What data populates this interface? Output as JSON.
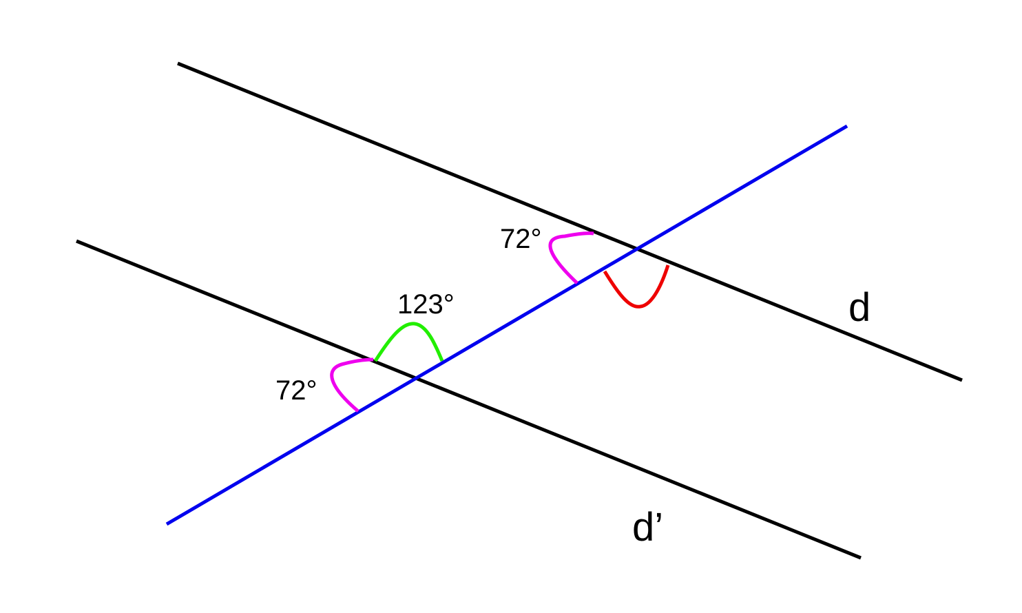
{
  "labels": {
    "line_d": "d",
    "line_d_prime": "d’",
    "angle_top_magenta": "72°",
    "angle_bottom_magenta": "72°",
    "angle_bottom_green": "123°"
  },
  "colors": {
    "parallel_lines": "#000000",
    "transversal": "#0000ee",
    "angle_72": "#ee00ee",
    "angle_123": "#22ee00",
    "angle_unknown": "#ee0000"
  }
}
